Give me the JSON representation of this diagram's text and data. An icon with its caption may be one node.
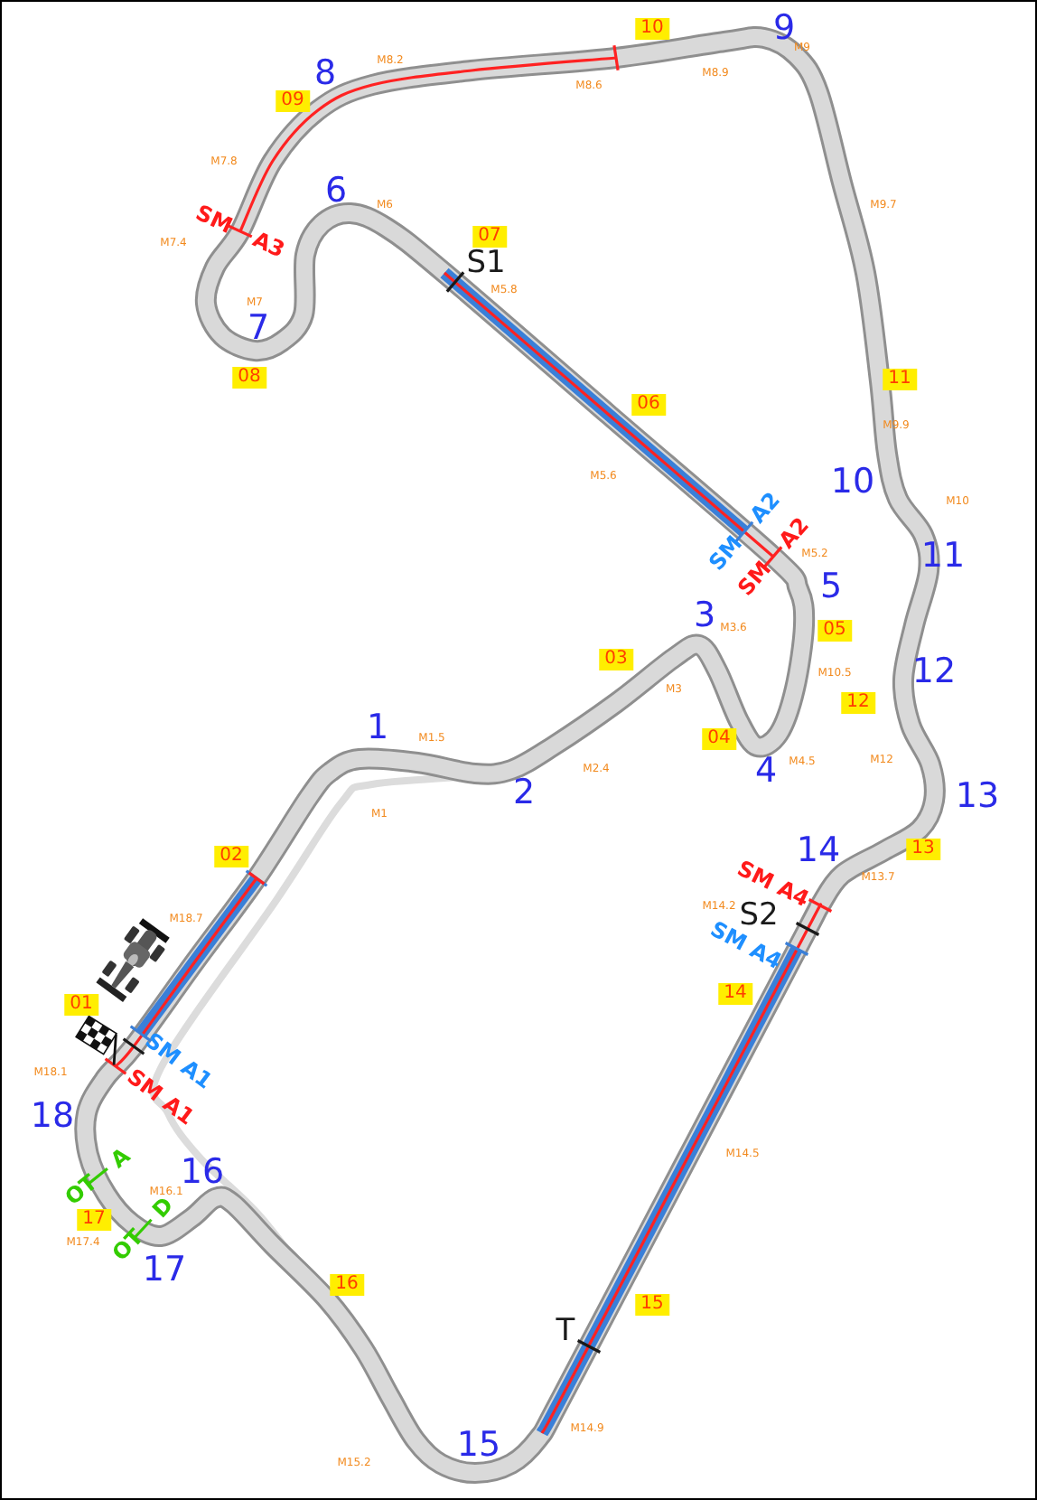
{
  "diagram": {
    "nodes": [
      {
        "text": [
          "01"
        ]
      },
      {
        "text": [
          "02"
        ]
      },
      {
        "text": [
          "03"
        ]
      },
      {
        "text": [
          "04"
        ]
      },
      {
        "text": [
          "05"
        ]
      },
      {
        "text": [
          "06"
        ]
      },
      {
        "text": [
          "07"
        ]
      },
      {
        "text": [
          "08"
        ]
      },
      {
        "text": [
          "09"
        ]
      },
      {
        "text": [
          "10"
        ]
      },
      {
        "text": [
          "11"
        ]
      },
      {
        "text": [
          "12"
        ]
      },
      {
        "text": [
          "13"
        ]
      },
      {
        "text": [
          "14"
        ]
      },
      {
        "text": [
          "15"
        ]
      },
      {
        "text": [
          "16"
        ]
      },
      {
        "text": [
          "17"
        ]
      }
    ],
    "labels": [
      "9",
      "M9",
      "M8.2",
      "8",
      "M8.9",
      "M8.6",
      "M7.8",
      "6",
      "M9.7",
      "M6",
      "SM A3",
      "M7.4",
      "S1",
      "M5.8",
      "M7",
      "7",
      "M9.9",
      "M5.6",
      "10",
      "M10",
      "SM A2",
      "M5.2",
      "11",
      "SM A2",
      "5",
      "3",
      "M3.6",
      "12",
      "M10.5",
      "M3",
      "1",
      "M1.5",
      "M4.5",
      "M12",
      "4",
      "M2.4",
      "2",
      "13",
      "M1",
      "14",
      "M13.7",
      "SM A4",
      "M14.2",
      "M18.7",
      "S2",
      "SM A4",
      "SM A1",
      "M18.1",
      "SM A1",
      "18",
      "M14.5",
      "16",
      "OT A",
      "M16.1",
      "OT D",
      "M17.4",
      "17",
      "T",
      "M14.9",
      "15",
      "M15.2"
    ]
  }
}
